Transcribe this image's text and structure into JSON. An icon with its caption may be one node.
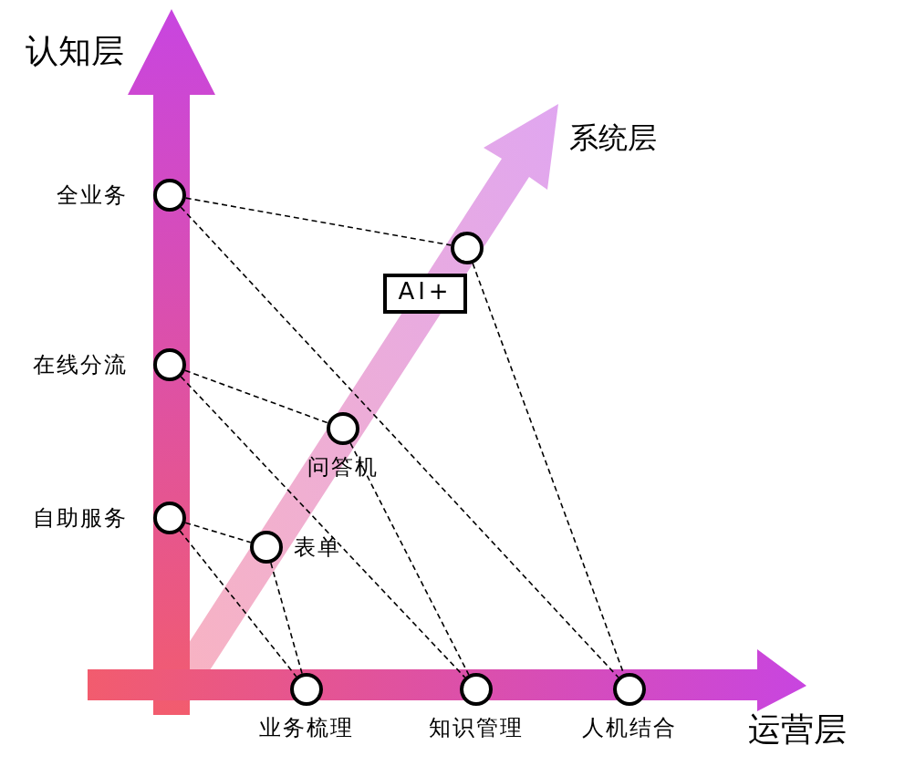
{
  "diagram": {
    "nodes": [
      {
        "text": [],
        "shape": "circle",
        "beside": [
          "全业务"
        ]
      },
      {
        "text": [],
        "shape": "circle",
        "beside": [
          "在线分流"
        ]
      },
      {
        "text": [],
        "shape": "circle",
        "beside": [
          "自助服务"
        ]
      },
      {
        "text": [],
        "shape": "circle"
      },
      {
        "text": [
          "AI+"
        ]
      },
      {
        "text": [],
        "shape": "circle",
        "beside": [
          "问答机"
        ]
      },
      {
        "text": [],
        "shape": "circle",
        "beside": [
          "表单"
        ]
      },
      {
        "text": [],
        "shape": "circle",
        "beside": [
          "业务梳理"
        ]
      },
      {
        "text": [],
        "shape": "circle",
        "beside": [
          "知识管理"
        ]
      },
      {
        "text": [],
        "shape": "circle",
        "beside": [
          "人机结合"
        ]
      }
    ],
    "edges": [
      {
        "from": 0,
        "to": 3,
        "arrow": "none",
        "style": "dashed"
      },
      {
        "from": 0,
        "to": 9,
        "arrow": "none",
        "style": "dashed"
      },
      {
        "from": 1,
        "to": 5,
        "arrow": "none",
        "style": "dashed"
      },
      {
        "from": 1,
        "to": 8,
        "arrow": "none",
        "style": "dashed"
      },
      {
        "from": 2,
        "to": 6,
        "arrow": "none",
        "style": "dashed"
      },
      {
        "from": 2,
        "to": 7,
        "arrow": "none",
        "style": "dashed"
      },
      {
        "from": 3,
        "to": 9,
        "arrow": "none",
        "style": "dashed"
      },
      {
        "from": 5,
        "to": 8,
        "arrow": "none",
        "style": "dashed"
      },
      {
        "from": 6,
        "to": 7,
        "arrow": "none",
        "style": "dashed"
      }
    ],
    "labels": [
      "认知层",
      "系统层",
      "运营层"
    ]
  }
}
